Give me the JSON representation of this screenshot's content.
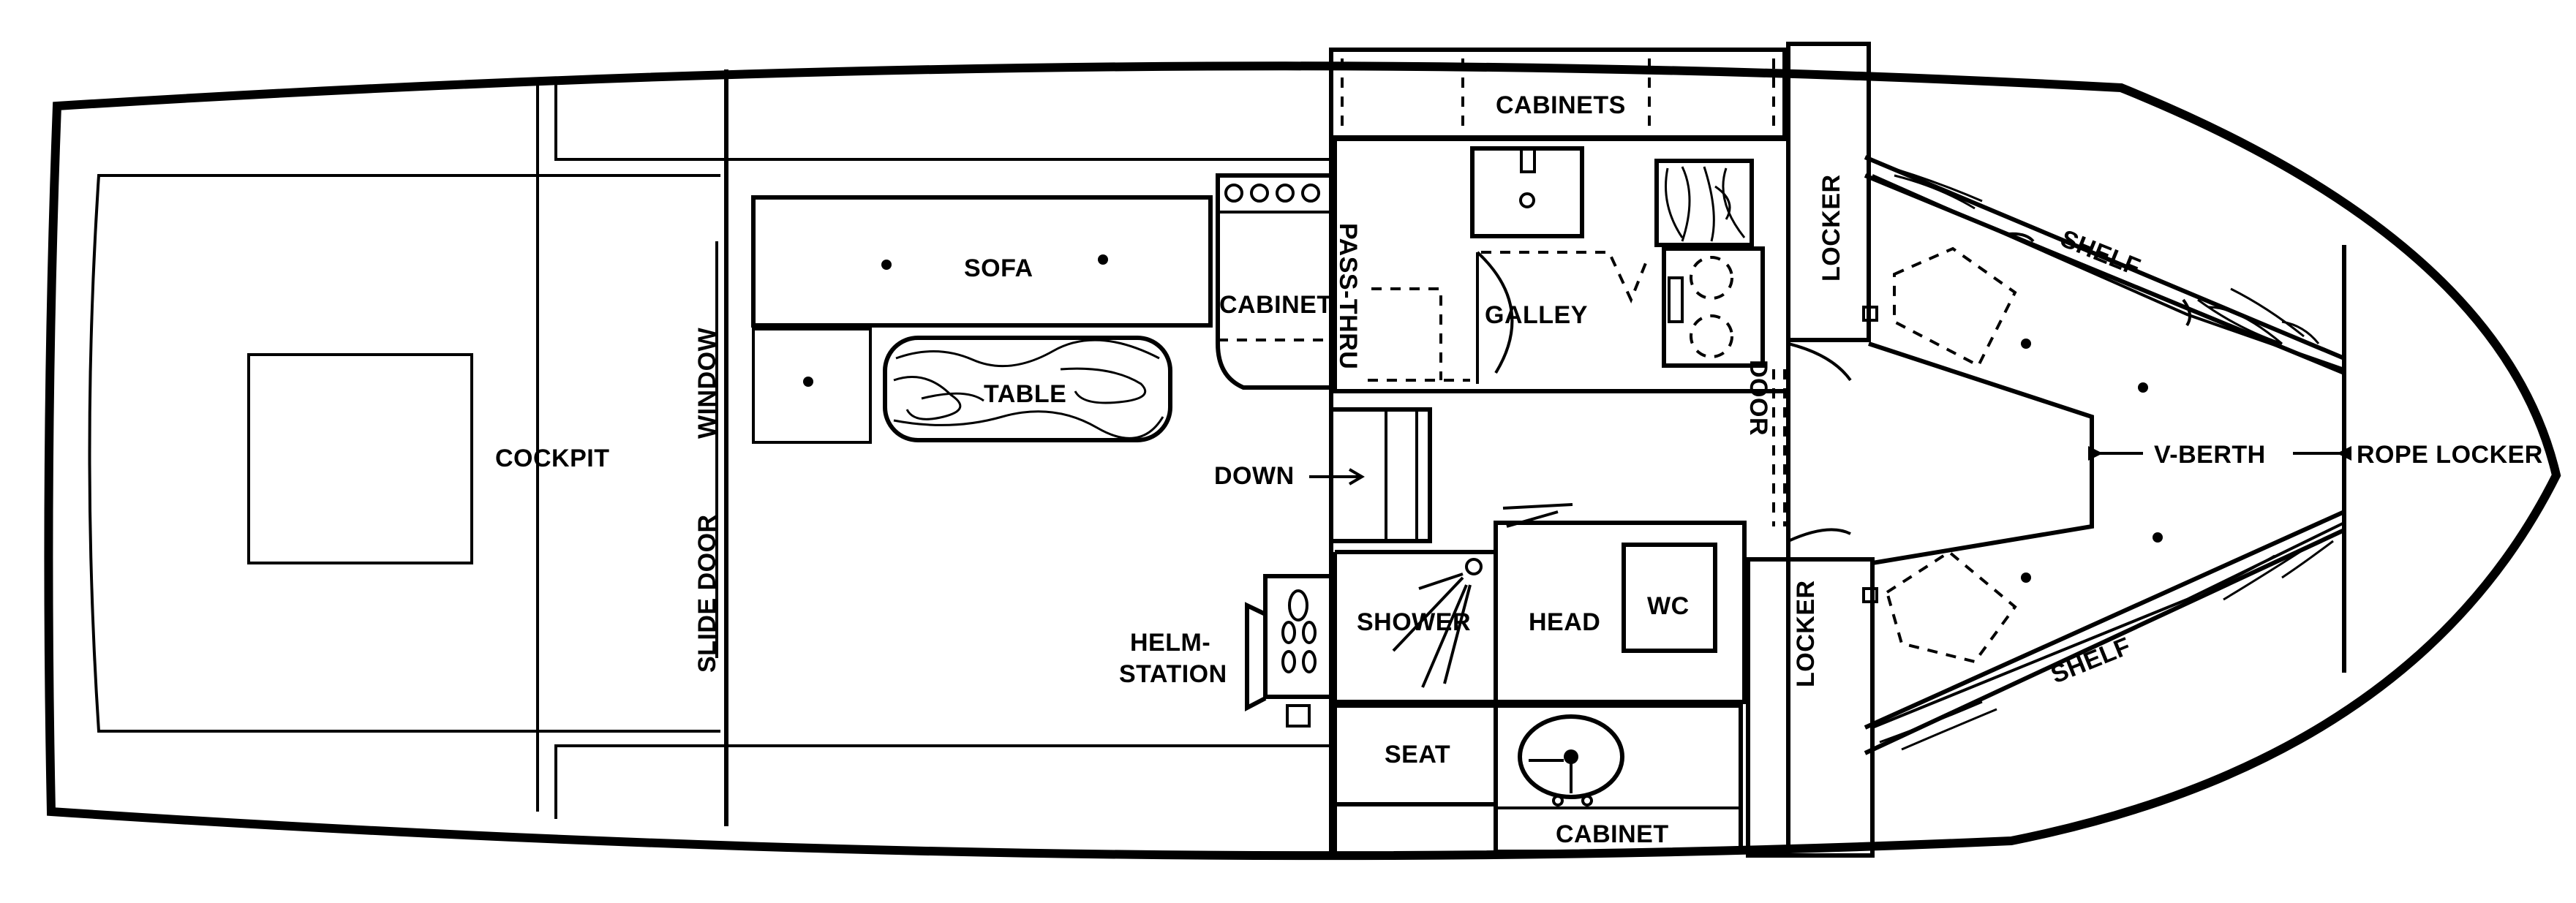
{
  "labels": {
    "cabinets": "CABINETS",
    "locker_fwd": "LOCKER",
    "locker_aft": "LOCKER",
    "shelf_top": "SHELF",
    "shelf_bottom": "SHELF",
    "sofa": "SOFA",
    "cabinet_galley": "CABINET",
    "pass_thru": "PASS-THRU",
    "galley": "GALLEY",
    "window": "WINDOW",
    "table": "TABLE",
    "cockpit": "COCKPIT",
    "down": "DOWN",
    "door": "DOOR",
    "v_berth": "V-BERTH",
    "rope_locker": "ROPE LOCKER",
    "slide_door": "SLIDE DOOR",
    "shower": "SHOWER",
    "head": "HEAD",
    "wc": "WC",
    "helm_station_1": "HELM-",
    "helm_station_2": "STATION",
    "seat": "SEAT",
    "cabinet_head": "CABINET"
  }
}
